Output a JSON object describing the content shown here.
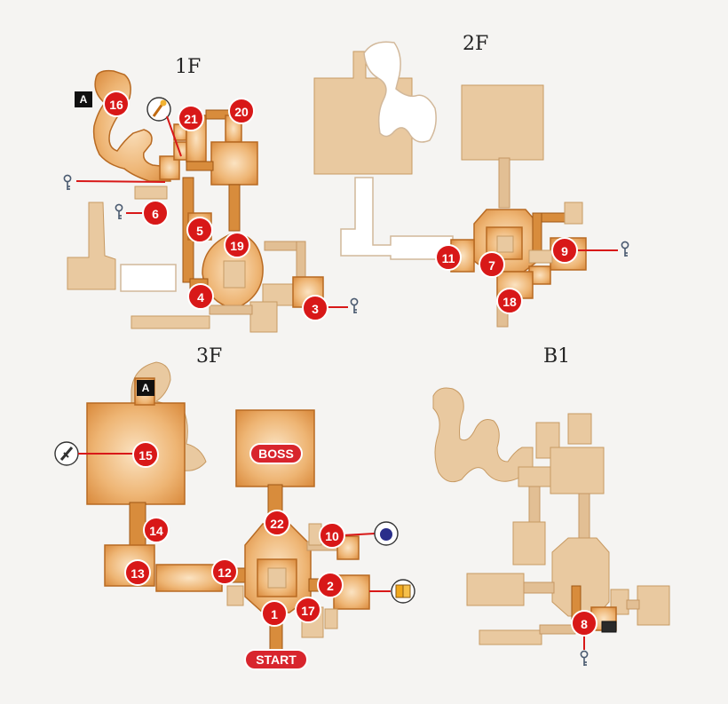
{
  "floors": {
    "f1": "1F",
    "f2": "2F",
    "f3": "3F",
    "b1": "B1"
  },
  "area_markers": {
    "a_1f": "A",
    "a_3f": "A"
  },
  "markers": {
    "m1": "1",
    "m2": "2",
    "m3": "3",
    "m4": "4",
    "m5": "5",
    "m6": "6",
    "m7": "7",
    "m8": "8",
    "m9": "9",
    "m10": "10",
    "m11": "11",
    "m12": "12",
    "m13": "13",
    "m14": "14",
    "m15": "15",
    "m16": "16",
    "m17": "17",
    "m18": "18",
    "m19": "19",
    "m20": "20",
    "m21": "21",
    "m22": "22"
  },
  "labels": {
    "boss": "BOSS",
    "start": "START"
  },
  "icons": {
    "key": "key-icon",
    "wand": "wand-icon",
    "sword": "sword-icon",
    "orb": "orb-icon",
    "book": "book-icon"
  },
  "colors": {
    "room": "#e8a255",
    "marker": "#d81818",
    "background": "#f5f4f2"
  }
}
